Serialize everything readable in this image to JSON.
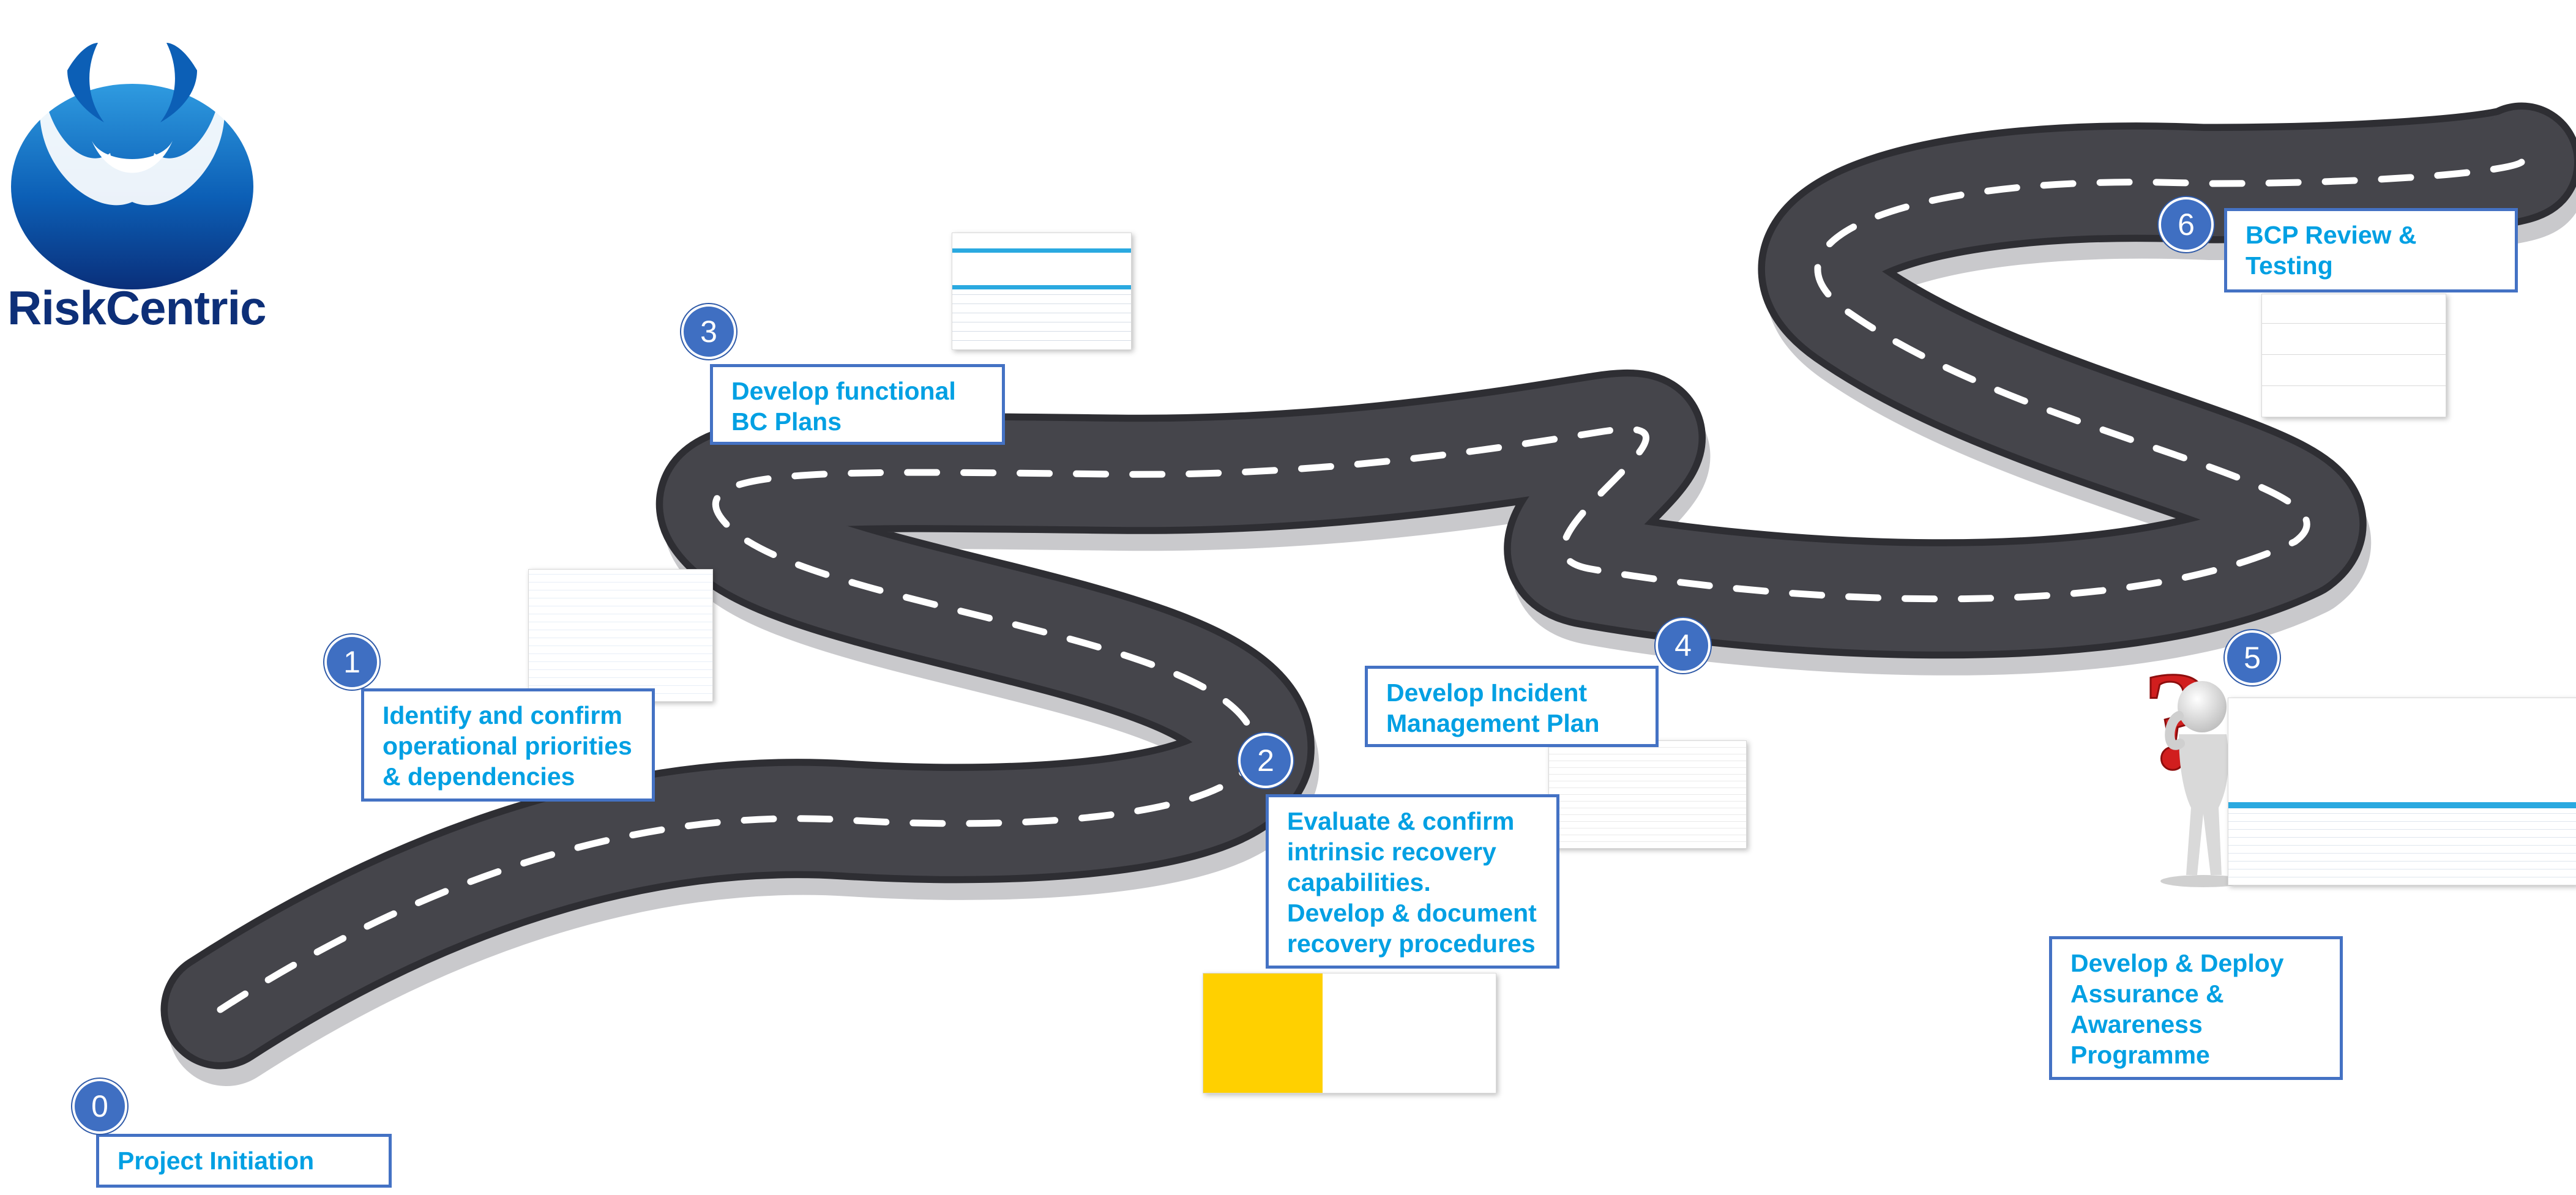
{
  "brand": {
    "name": "RiskCentric",
    "primary_color": "#0d2f78",
    "accent_color": "#00a0e3"
  },
  "steps": [
    {
      "number": "0",
      "label": "Project Initiation"
    },
    {
      "number": "1",
      "label": "Identify and confirm\noperational priorities\n& dependencies"
    },
    {
      "number": "2",
      "label": "Evaluate & confirm\nintrinsic recovery\ncapabilities.\nDevelop & document\nrecovery procedures"
    },
    {
      "number": "3",
      "label": "Develop functional\nBC Plans"
    },
    {
      "number": "4",
      "label": "Develop Incident\nManagement Plan"
    },
    {
      "number": "5",
      "label": "Develop & Deploy\nAssurance &\nAwareness\nProgramme"
    },
    {
      "number": "6",
      "label": "BCP Review &\nTesting"
    }
  ],
  "icons": [
    "question-mark-figure-icon",
    "phoenix-logo-icon"
  ],
  "road_colors": {
    "asphalt": "#3b3b40",
    "lane": "#ffffff"
  }
}
